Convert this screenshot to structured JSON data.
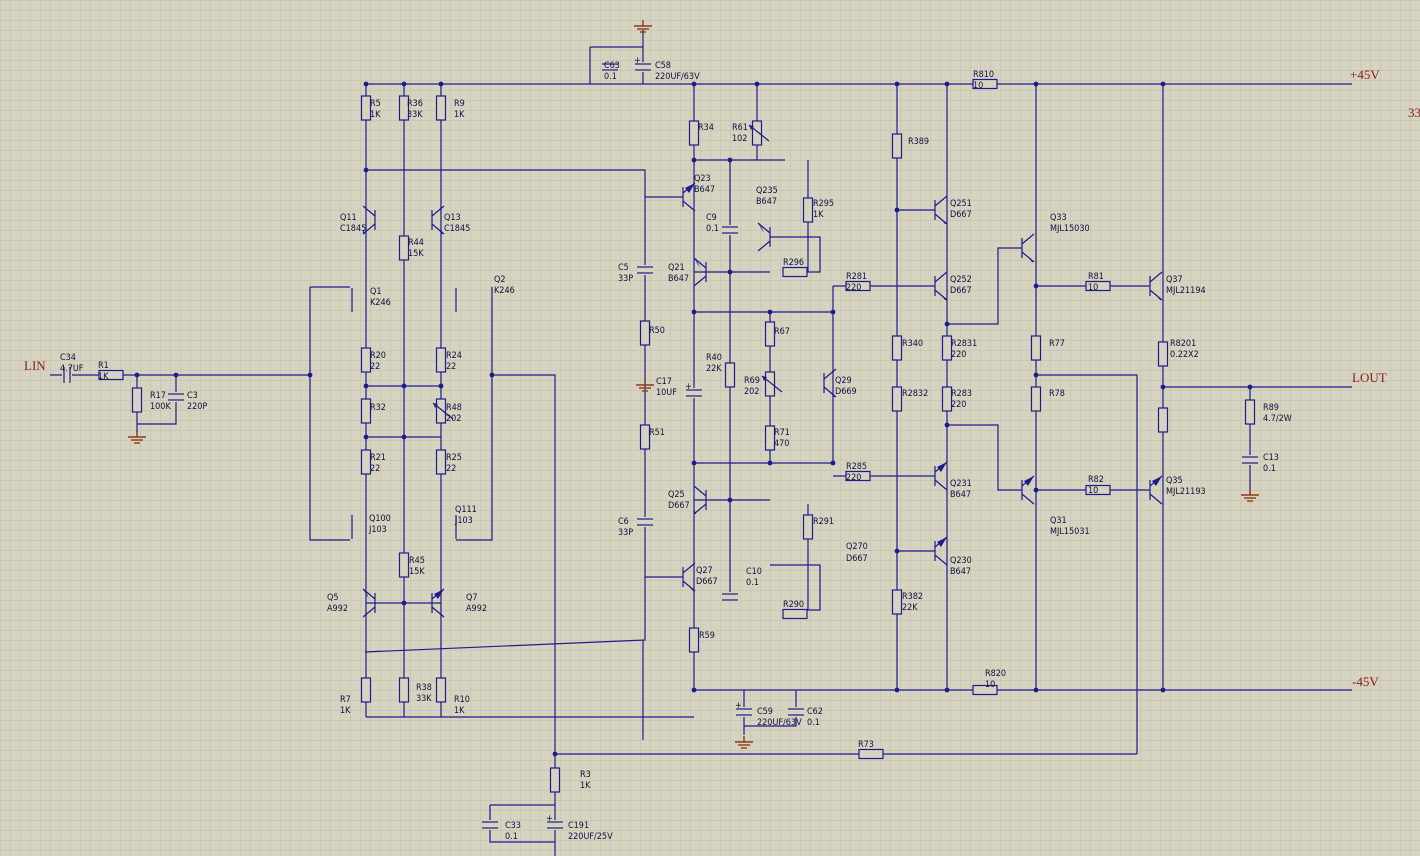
{
  "net_labels": {
    "lin": "LIN",
    "lout": "LOUT",
    "pos": "+45V",
    "neg": "-45V",
    "edge": "33"
  },
  "components": {
    "C34": [
      "C34",
      "4.7UF"
    ],
    "R1": [
      "R1",
      "1K"
    ],
    "R17": [
      "R17",
      "100K"
    ],
    "C3": [
      "C3",
      "220P"
    ],
    "R5": [
      "R5",
      "1K"
    ],
    "R36": [
      "R36",
      "33K"
    ],
    "R9": [
      "R9",
      "1K"
    ],
    "Q11": [
      "Q11",
      "C1845"
    ],
    "Q13": [
      "Q13",
      "C1845"
    ],
    "R44": [
      "R44",
      "15K"
    ],
    "Q1": [
      "Q1",
      "K246"
    ],
    "Q2": [
      "Q2",
      "K246"
    ],
    "R20": [
      "R20",
      "22"
    ],
    "R24": [
      "R24",
      "22"
    ],
    "R32": [
      "R32",
      ""
    ],
    "R48": [
      "R48",
      "202"
    ],
    "R21": [
      "R21",
      "22"
    ],
    "R25": [
      "R25",
      "22"
    ],
    "Q100": [
      "Q100",
      "J103"
    ],
    "Q111": [
      "Q111",
      "J103"
    ],
    "R45": [
      "R45",
      "15K"
    ],
    "Q5": [
      "Q5",
      "A992"
    ],
    "Q7": [
      "Q7",
      "A992"
    ],
    "R7": [
      "R7",
      "1K"
    ],
    "R38": [
      "R38",
      "33K"
    ],
    "R10": [
      "R10",
      "1K"
    ],
    "R3": [
      "R3",
      "1K"
    ],
    "C33": [
      "C33",
      "0.1"
    ],
    "C191": [
      "C191",
      "220UF/25V"
    ],
    "C63": [
      "C63",
      "0.1"
    ],
    "C58": [
      "C58",
      "220UF/63V"
    ],
    "R34": [
      "R34",
      ""
    ],
    "R61": [
      "R61",
      "102"
    ],
    "Q23": [
      "Q23",
      "B647"
    ],
    "Q235": [
      "Q235",
      "B647"
    ],
    "R295": [
      "R295",
      "1K"
    ],
    "C9": [
      "C9",
      "0.1"
    ],
    "C5": [
      "C5",
      "33P"
    ],
    "Q21": [
      "Q21",
      "B647"
    ],
    "R296": [
      "R296",
      ""
    ],
    "R50": [
      "R50",
      ""
    ],
    "R67": [
      "R67",
      ""
    ],
    "R40": [
      "R40",
      "22K"
    ],
    "C17": [
      "C17",
      "10UF"
    ],
    "R69": [
      "R69",
      "202"
    ],
    "Q29": [
      "Q29",
      "D669"
    ],
    "R51": [
      "R51",
      ""
    ],
    "R71": [
      "R71",
      "470"
    ],
    "Q25": [
      "Q25",
      "D667"
    ],
    "C6": [
      "C6",
      "33P"
    ],
    "R291": [
      "R291",
      ""
    ],
    "Q27": [
      "Q27",
      "D667"
    ],
    "C10": [
      "C10",
      "0.1"
    ],
    "R290": [
      "R290",
      ""
    ],
    "R59": [
      "R59",
      ""
    ],
    "C59": [
      "C59",
      "220UF/63V"
    ],
    "C62": [
      "C62",
      "0.1"
    ],
    "R73": [
      "R73",
      ""
    ],
    "R389": [
      "R389",
      ""
    ],
    "R281": [
      "R281",
      "220"
    ],
    "Q251": [
      "Q251",
      "D667"
    ],
    "Q252": [
      "Q252",
      "D667"
    ],
    "R340": [
      "R340",
      ""
    ],
    "R2831": [
      "R2831",
      "220"
    ],
    "R2832": [
      "R2832",
      ""
    ],
    "R283": [
      "R283",
      "220"
    ],
    "R285": [
      "R285",
      "220"
    ],
    "Q231": [
      "Q231",
      "B647"
    ],
    "Q270": [
      "Q270",
      "D667"
    ],
    "Q230": [
      "Q230",
      "B647"
    ],
    "R382": [
      "R382",
      "22K"
    ],
    "R810": [
      "R810",
      "10"
    ],
    "R820": [
      "R820",
      "10"
    ],
    "Q33": [
      "Q33",
      "MJL15030"
    ],
    "R77": [
      "R77",
      ""
    ],
    "R78": [
      "R78",
      ""
    ],
    "Q31": [
      "Q31",
      "MJL15031"
    ],
    "R81": [
      "R81",
      "10"
    ],
    "R82": [
      "R82",
      "10"
    ],
    "Q37": [
      "Q37",
      "MJL21194"
    ],
    "Q35": [
      "Q35",
      "MJL21193"
    ],
    "R8201": [
      "R8201",
      "0.22X2"
    ],
    "R89": [
      "R89",
      "4.7/2W"
    ],
    "C13": [
      "C13",
      "0.1"
    ]
  }
}
